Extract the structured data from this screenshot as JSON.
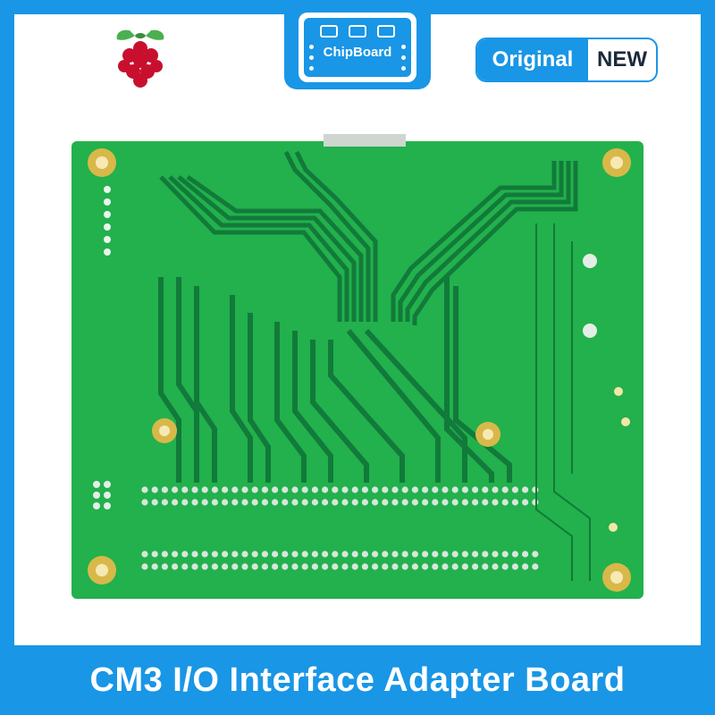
{
  "brand": {
    "name": "ChipBoard"
  },
  "badge": {
    "left": "Original",
    "right": "NEW"
  },
  "footer": {
    "title": "CM3 I/O Interface Adapter Board"
  },
  "colors": {
    "accent": "#1996e6",
    "pcb_green": "#22b14c",
    "trace_dark": "#127a3a",
    "pad_gold": "#d9b84a"
  },
  "icons": {
    "logo": "raspberry-pi-logo-icon",
    "brand": "chip-icon"
  }
}
